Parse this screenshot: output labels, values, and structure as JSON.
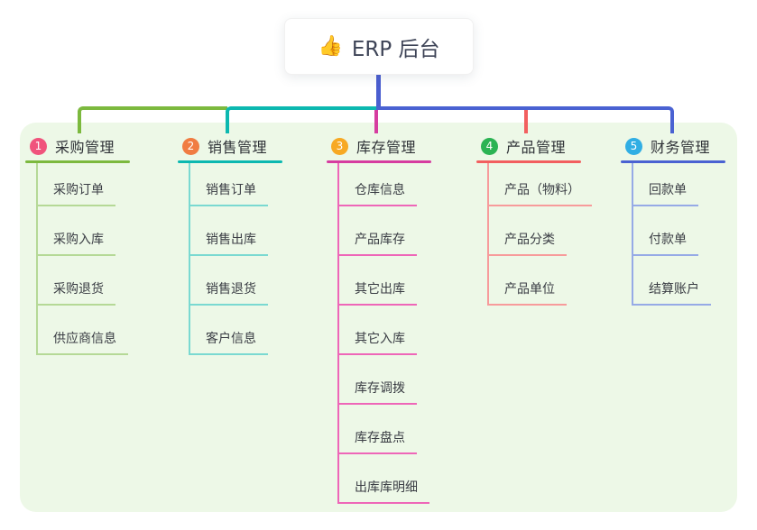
{
  "page": {
    "background": "#ffffff",
    "panel_color": "#edf8e7"
  },
  "root": {
    "icon": "👍",
    "title": "ERP 后台",
    "connector_color": "#4a5ed0"
  },
  "branches": [
    {
      "badge": "1",
      "label": "采购管理",
      "badge_color": "#f0537c",
      "color": "#7cb93e",
      "light_color": "#b5d996",
      "children": [
        "采购订单",
        "采购入库",
        "采购退货",
        "供应商信息"
      ]
    },
    {
      "badge": "2",
      "label": "销售管理",
      "badge_color": "#f07c42",
      "color": "#0cb8b0",
      "light_color": "#7ad9d1",
      "children": [
        "销售订单",
        "销售出库",
        "销售退货",
        "客户信息"
      ]
    },
    {
      "badge": "3",
      "label": "库存管理",
      "badge_color": "#f7a923",
      "color": "#d63da0",
      "light_color": "#ee66b8",
      "children": [
        "仓库信息",
        "产品库存",
        "其它出库",
        "其它入库",
        "库存调拨",
        "库存盘点",
        "出库库明细"
      ]
    },
    {
      "badge": "4",
      "label": "产品管理",
      "badge_color": "#2bb353",
      "color": "#f25f5f",
      "light_color": "#f79b9b",
      "children": [
        "产品（物料）",
        "产品分类",
        "产品单位"
      ]
    },
    {
      "badge": "5",
      "label": "财务管理",
      "badge_color": "#30aee4",
      "color": "#4a62d2",
      "light_color": "#96aae6",
      "children": [
        "回款单",
        "付款单",
        "结算账户"
      ]
    }
  ]
}
